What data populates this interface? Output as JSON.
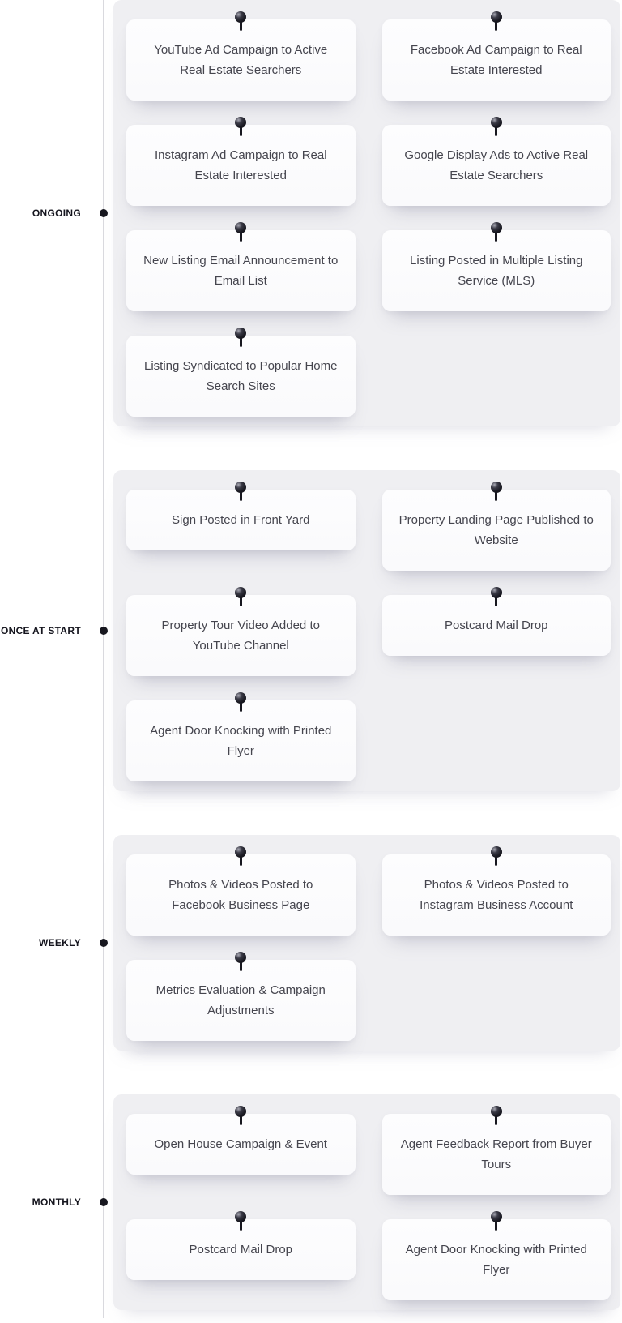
{
  "theme": {
    "page_bg": "#ffffff",
    "group_bg": "#efeff2",
    "card_bg": "#fcfcfd",
    "card_text": "#45454e",
    "label_text": "#15151e",
    "line_color": "#d9d9de",
    "pin_color": "#17171f"
  },
  "timeline": {
    "sections": [
      {
        "label": "ONGOING",
        "items": [
          "YouTube Ad Campaign to Active Real Estate Searchers",
          "Facebook Ad Campaign to Real Estate Interested",
          "Instagram Ad Campaign to Real Estate Interested",
          "Google Display Ads to Active Real Estate Searchers",
          "New Listing Email Announcement to Email List",
          "Listing Posted in Multiple Listing Service (MLS)",
          "Listing Syndicated to Popular Home Search Sites"
        ]
      },
      {
        "label": "ONCE AT START",
        "items": [
          "Sign Posted in Front Yard",
          "Property Landing Page Published to Website",
          "Property Tour Video Added to YouTube Channel",
          "Postcard Mail Drop",
          "Agent Door Knocking with Printed Flyer"
        ]
      },
      {
        "label": "WEEKLY",
        "items": [
          "Photos & Videos Posted to Facebook Business Page",
          "Photos & Videos Posted to Instagram Business Account",
          "Metrics Evaluation & Campaign Adjustments"
        ]
      },
      {
        "label": "MONTHLY",
        "items": [
          "Open House Campaign & Event",
          "Agent Feedback Report from Buyer Tours",
          "Postcard Mail Drop",
          "Agent Door Knocking with Printed Flyer"
        ]
      }
    ]
  }
}
